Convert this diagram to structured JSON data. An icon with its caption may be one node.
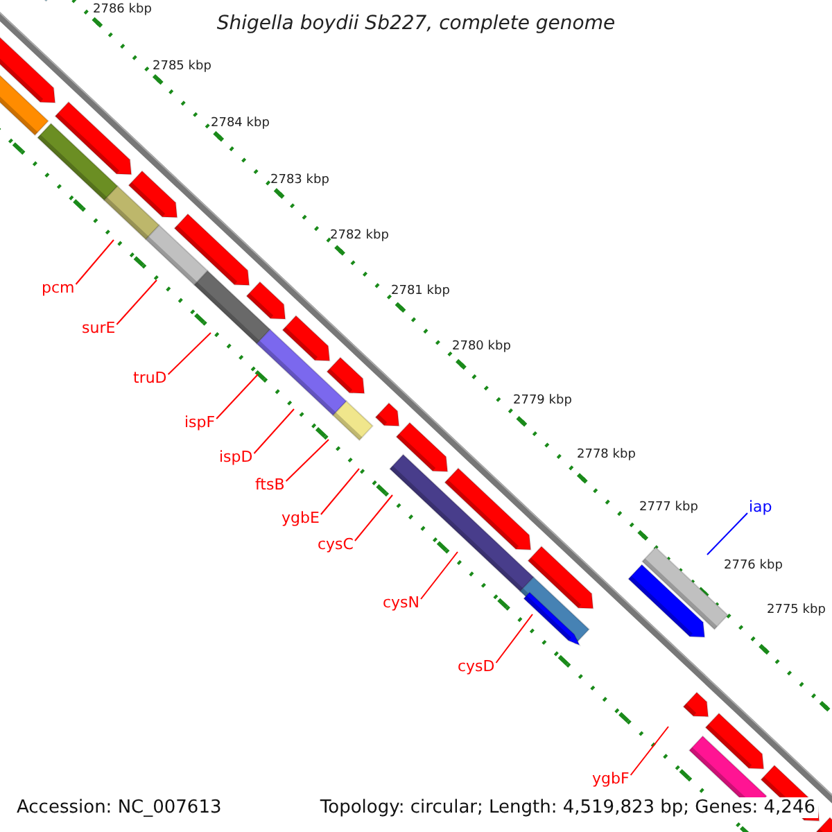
{
  "diagram": {
    "title": "Shigella boydii Sb227, complete genome",
    "nodes": [
      {
        "text": [
          "pcm"
        ]
      },
      {
        "text": [
          "surE"
        ]
      },
      {
        "text": [
          "truD"
        ]
      },
      {
        "text": [
          "ispF"
        ]
      },
      {
        "text": [
          "ispD"
        ]
      },
      {
        "text": [
          "ftsB"
        ]
      },
      {
        "text": [
          "ygbE"
        ]
      },
      {
        "text": [
          "cysC"
        ]
      },
      {
        "text": [
          "cysN"
        ]
      },
      {
        "text": [
          "cysD"
        ]
      },
      {
        "text": [
          "ygbF"
        ]
      },
      {
        "text": [
          "iap"
        ]
      }
    ],
    "edges": [
      {
        "from": 0,
        "to": null,
        "arrow": "none"
      },
      {
        "from": 1,
        "to": null,
        "arrow": "none"
      },
      {
        "from": 2,
        "to": null,
        "arrow": "none"
      },
      {
        "from": 3,
        "to": null,
        "arrow": "none"
      },
      {
        "from": 4,
        "to": null,
        "arrow": "none"
      },
      {
        "from": 5,
        "to": null,
        "arrow": "none"
      },
      {
        "from": 6,
        "to": null,
        "arrow": "none"
      },
      {
        "from": 7,
        "to": null,
        "arrow": "none"
      },
      {
        "from": 8,
        "to": null,
        "arrow": "none"
      },
      {
        "from": 9,
        "to": null,
        "arrow": "none"
      },
      {
        "from": 10,
        "to": null,
        "arrow": "none"
      },
      {
        "from": 11,
        "to": null,
        "arrow": "none",
        "color": "#0000ff"
      }
    ],
    "labels": [
      "2786 kbp",
      "2785 kbp",
      "2784 kbp",
      "2783 kbp",
      "2782 kbp",
      "2781 kbp",
      "2780 kbp",
      "2779 kbp",
      "2778 kbp",
      "2777 kbp",
      "2776 kbp",
      "2775 kbp",
      "Accession: NC_007613",
      "Topology: circular; Length: 4,519,823 bp; Genes: 4,246"
    ]
  }
}
